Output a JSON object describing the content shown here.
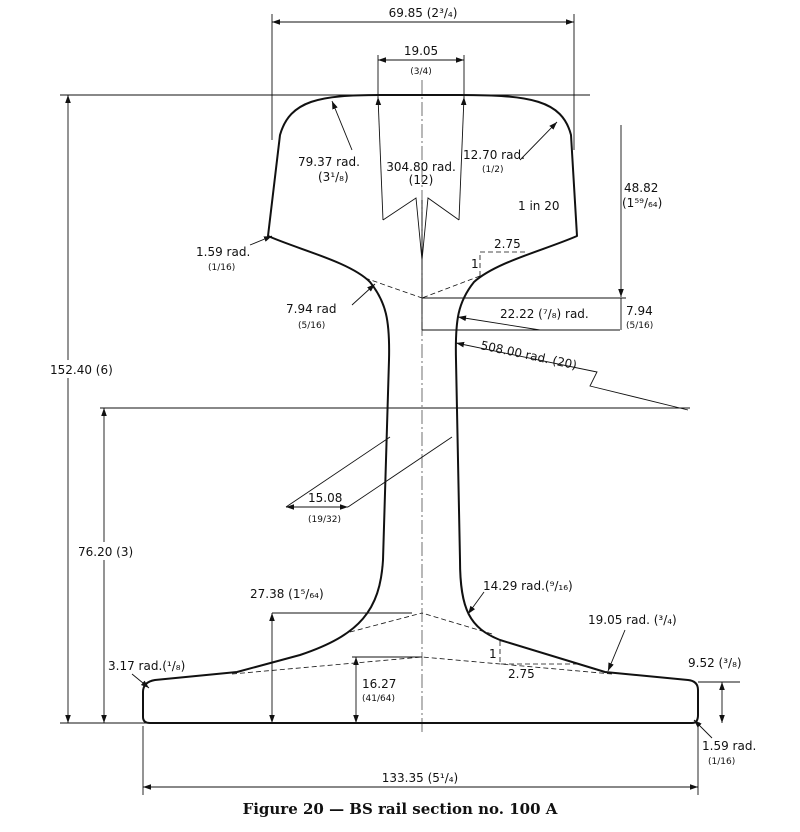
{
  "caption": "Figure 20 — BS rail section no. 100 A",
  "dims": {
    "top_width": "69.85 (2³/₄)",
    "center_width_top": "19.05",
    "center_width_bot": "(3/4)",
    "rad_79_top": "79.37 rad.",
    "rad_79_bot": "(3¹/₈)",
    "rad_304_top": "304.80 rad.",
    "rad_304_bot": "(12)",
    "rad_12_top": "12.70 rad.",
    "rad_12_bot": "(1/2)",
    "slope": "1 in 20",
    "dim_48_top": "48.82",
    "dim_48_bot": "(1⁵⁹/₆₄)",
    "rad_159_head_top": "1.59 rad.",
    "rad_159_head_bot": "(1/16)",
    "ratio_upper_1": "1",
    "ratio_upper_275": "2.75",
    "rad_794_top": "7.94  rad",
    "rad_794_bot": "(5/16)",
    "rad_2222": "22.22 (⁷/₈) rad.",
    "dim_794_top": "7.94",
    "dim_794_bot": "(5/16)",
    "rad_508": "508.00 rad. (20)",
    "total_height": "152.40 (6)",
    "half_height": "76.20 (3)",
    "web_top": "15.08",
    "web_bot": "(19/32)",
    "dim_2738": "27.38 (1⁵/₆₄)",
    "rad_1429": "14.29 rad.(⁹/₁₆)",
    "rad_1905": "19.05  rad. (³/₄)",
    "rad_317": "3.17 rad.(¹/₈)",
    "ratio_lower_1": "1",
    "ratio_lower_275": "2.75",
    "dim_952": "9.52 (³/₈)",
    "dim_1627_top": "16.27",
    "dim_1627_bot": "(41/64)",
    "rad_159_foot_top": "1.59 rad.",
    "rad_159_foot_bot": "(1/16)",
    "base_width": "133.35 (5¹/₄)"
  }
}
